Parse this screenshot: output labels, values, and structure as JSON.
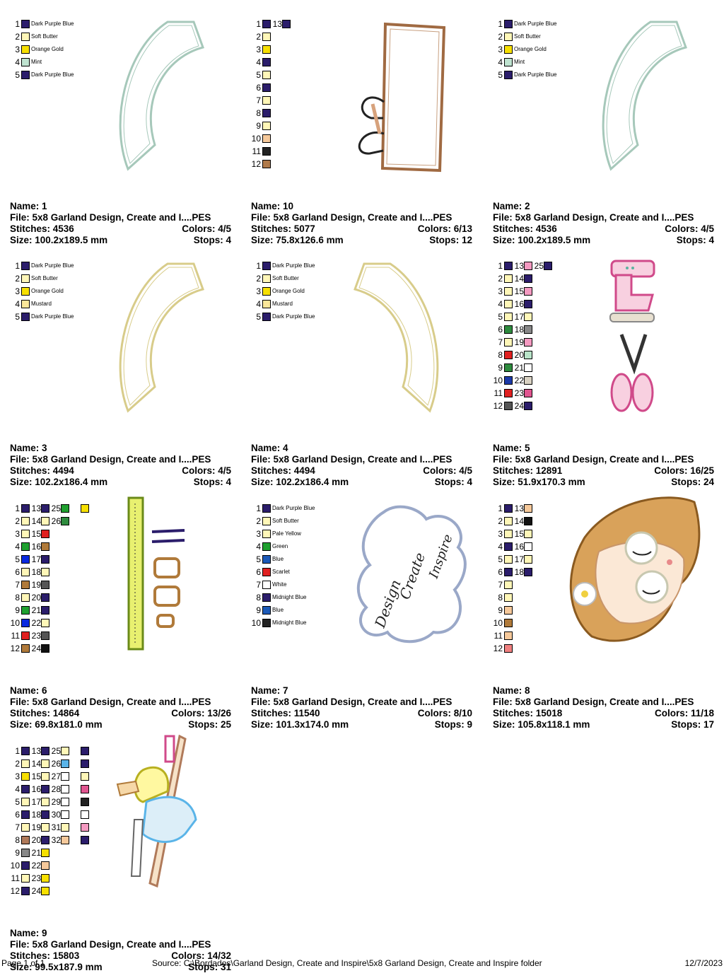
{
  "cards": [
    {
      "name": "Name: 1",
      "file": "File: 5x8 Garland Design, Create and I....PES",
      "stitches": "Stitches: 4536",
      "colors": "Colors: 4/5",
      "size": "Size: 100.2x189.5 mm",
      "stops": "Stops: 4",
      "art": "arc-right",
      "art_fill": "#ffffff",
      "art_stroke": "#a6c8ba",
      "legend": [
        {
          "n": "1",
          "c": "#2b1d6b",
          "name": "Dark Purple Blue"
        },
        {
          "n": "2",
          "c": "#fff7b8",
          "name": "Soft Butter"
        },
        {
          "n": "3",
          "c": "#f7e000",
          "name": "Orange Gold"
        },
        {
          "n": "4",
          "c": "#bfe3d0",
          "name": "Mint"
        },
        {
          "n": "5",
          "c": "#2b1d6b",
          "name": "Dark Purple Blue"
        }
      ]
    },
    {
      "name": "Name: 10",
      "file": "File: 5x8 Garland Design, Create and I....PES",
      "stitches": "Stitches: 5077",
      "colors": "Colors: 6/13",
      "size": "Size: 75.8x126.6 mm",
      "stops": "Stops: 12",
      "art": "ruler-bag",
      "columns": [
        [
          {
            "n": "1",
            "c": "#2b1d6b"
          },
          {
            "n": "2",
            "c": "#fff7b8"
          },
          {
            "n": "3",
            "c": "#f7e000"
          },
          {
            "n": "4",
            "c": "#2b1d6b"
          },
          {
            "n": "5",
            "c": "#fff7b8"
          },
          {
            "n": "6",
            "c": "#2b1d6b"
          },
          {
            "n": "7",
            "c": "#fff7b8"
          },
          {
            "n": "8",
            "c": "#2b1d6b"
          },
          {
            "n": "9",
            "c": "#fff7b8"
          },
          {
            "n": "10",
            "c": "#f6c99b"
          },
          {
            "n": "11",
            "c": "#222222"
          },
          {
            "n": "12",
            "c": "#b07a4a"
          }
        ],
        [
          {
            "n": "13",
            "c": "#2b1d6b"
          }
        ]
      ]
    },
    {
      "name": "Name: 2",
      "file": "File: 5x8 Garland Design, Create and I....PES",
      "stitches": "Stitches: 4536",
      "colors": "Colors: 4/5",
      "size": "Size: 100.2x189.5 mm",
      "stops": "Stops: 4",
      "art": "arc-right",
      "art_fill": "#ffffff",
      "art_stroke": "#a6c8ba",
      "legend": [
        {
          "n": "1",
          "c": "#2b1d6b",
          "name": "Dark Purple Blue"
        },
        {
          "n": "2",
          "c": "#fff7b8",
          "name": "Soft Butter"
        },
        {
          "n": "3",
          "c": "#f7e000",
          "name": "Orange Gold"
        },
        {
          "n": "4",
          "c": "#bfe3d0",
          "name": "Mint"
        },
        {
          "n": "5",
          "c": "#2b1d6b",
          "name": "Dark Purple Blue"
        }
      ]
    },
    {
      "name": "Name: 3",
      "file": "File: 5x8 Garland Design, Create and I....PES",
      "stitches": "Stitches: 4494",
      "colors": "Colors: 4/5",
      "size": "Size: 102.2x186.4 mm",
      "stops": "Stops: 4",
      "art": "arc-right",
      "art_fill": "#ffffff",
      "art_stroke": "#d8cc8a",
      "legend": [
        {
          "n": "1",
          "c": "#2b1d6b",
          "name": "Dark Purple Blue"
        },
        {
          "n": "2",
          "c": "#fff7b8",
          "name": "Soft Butter"
        },
        {
          "n": "3",
          "c": "#f7e000",
          "name": "Orange Gold"
        },
        {
          "n": "4",
          "c": "#fbe79a",
          "name": "Mustard"
        },
        {
          "n": "5",
          "c": "#2b1d6b",
          "name": "Dark Purple Blue"
        }
      ]
    },
    {
      "name": "Name: 4",
      "file": "File: 5x8 Garland Design, Create and I....PES",
      "stitches": "Stitches: 4494",
      "colors": "Colors: 4/5",
      "size": "Size: 102.2x186.4 mm",
      "stops": "Stops: 4",
      "art": "arc-left",
      "art_fill": "#ffffff",
      "art_stroke": "#d8cc8a",
      "legend": [
        {
          "n": "1",
          "c": "#2b1d6b",
          "name": "Dark Purple Blue"
        },
        {
          "n": "2",
          "c": "#fff7b8",
          "name": "Soft Butter"
        },
        {
          "n": "3",
          "c": "#f7e000",
          "name": "Orange Gold"
        },
        {
          "n": "4",
          "c": "#fbe79a",
          "name": "Mustard"
        },
        {
          "n": "5",
          "c": "#2b1d6b",
          "name": "Dark Purple Blue"
        }
      ]
    },
    {
      "name": "Name: 5",
      "file": "File: 5x8 Garland Design, Create and I....PES",
      "stitches": "Stitches: 12891",
      "colors": "Colors: 16/25",
      "size": "Size: 51.9x170.3 mm",
      "stops": "Stops: 24",
      "art": "machine-scissors",
      "columns": [
        [
          {
            "n": "1",
            "c": "#2b1d6b"
          },
          {
            "n": "2",
            "c": "#fff7b8"
          },
          {
            "n": "3",
            "c": "#fff7b8"
          },
          {
            "n": "4",
            "c": "#fff7b8"
          },
          {
            "n": "5",
            "c": "#fff7b8"
          },
          {
            "n": "6",
            "c": "#2e8b3e"
          },
          {
            "n": "7",
            "c": "#fff7b8"
          },
          {
            "n": "8",
            "c": "#e02020"
          },
          {
            "n": "9",
            "c": "#2e8b3e"
          },
          {
            "n": "10",
            "c": "#1c3aa8"
          },
          {
            "n": "11",
            "c": "#e02020"
          },
          {
            "n": "12",
            "c": "#555555"
          }
        ],
        [
          {
            "n": "13",
            "c": "#f49ac1"
          },
          {
            "n": "14",
            "c": "#2b1d6b"
          },
          {
            "n": "15",
            "c": "#f49ac1"
          },
          {
            "n": "16",
            "c": "#2b1d6b"
          },
          {
            "n": "17",
            "c": "#fff7b8"
          },
          {
            "n": "18",
            "c": "#888888"
          },
          {
            "n": "19",
            "c": "#f49ac1"
          },
          {
            "n": "20",
            "c": "#b8e3c8"
          },
          {
            "n": "21",
            "c": "#ffffff"
          },
          {
            "n": "22",
            "c": "#d9d2c3"
          },
          {
            "n": "23",
            "c": "#e05590"
          },
          {
            "n": "24",
            "c": "#2b1d6b"
          }
        ],
        [
          {
            "n": "25",
            "c": "#2b1d6b"
          }
        ]
      ]
    },
    {
      "name": "Name: 6",
      "file": "File: 5x8 Garland Design, Create and I....PES",
      "stitches": "Stitches: 14864",
      "colors": "Colors: 13/26",
      "size": "Size: 69.8x181.0 mm",
      "stops": "Stops: 25",
      "art": "ruler-bobbins",
      "columns": [
        [
          {
            "n": "1",
            "c": "#2b1d6b"
          },
          {
            "n": "2",
            "c": "#fff7b8"
          },
          {
            "n": "3",
            "c": "#fff7b8"
          },
          {
            "n": "4",
            "c": "#1fa02f"
          },
          {
            "n": "5",
            "c": "#0a2ae0"
          },
          {
            "n": "6",
            "c": "#fff7b8"
          },
          {
            "n": "7",
            "c": "#b07a3a"
          },
          {
            "n": "8",
            "c": "#fff7b8"
          },
          {
            "n": "9",
            "c": "#1fa02f"
          },
          {
            "n": "10",
            "c": "#0a2ae0"
          },
          {
            "n": "11",
            "c": "#e02020"
          },
          {
            "n": "12",
            "c": "#b07a3a"
          }
        ],
        [
          {
            "n": "13",
            "c": "#2b1d6b"
          },
          {
            "n": "14",
            "c": "#fff7b8"
          },
          {
            "n": "15",
            "c": "#e02020"
          },
          {
            "n": "16",
            "c": "#b07a3a"
          },
          {
            "n": "17",
            "c": "#2b1d6b"
          },
          {
            "n": "18",
            "c": "#fff7b8"
          },
          {
            "n": "19",
            "c": "#555555"
          },
          {
            "n": "20",
            "c": "#2b1d6b"
          },
          {
            "n": "21",
            "c": "#2b1d6b"
          },
          {
            "n": "22",
            "c": "#fff7b8"
          },
          {
            "n": "23",
            "c": "#555555"
          },
          {
            "n": "24",
            "c": "#111111"
          }
        ],
        [
          {
            "n": "25",
            "c": "#1fa02f"
          },
          {
            "n": "26",
            "c": "#2e8b3e"
          }
        ],
        [
          {
            "n": "",
            "c": "#f7e000"
          }
        ]
      ]
    },
    {
      "name": "Name: 7",
      "file": "File: 5x8 Garland Design, Create and I....PES",
      "stitches": "Stitches: 11540",
      "colors": "Colors: 8/10",
      "size": "Size: 101.3x174.0 mm",
      "stops": "Stops: 9",
      "art": "cloud-text",
      "cloud_text": [
        "Design",
        "Create",
        "Inspire"
      ],
      "legend": [
        {
          "n": "1",
          "c": "#2b1d6b",
          "name": "Dark Purple Blue"
        },
        {
          "n": "2",
          "c": "#fff7b8",
          "name": "Soft Butter"
        },
        {
          "n": "3",
          "c": "#fff7b8",
          "name": "Pale Yellow"
        },
        {
          "n": "4",
          "c": "#1fa02f",
          "name": "Green"
        },
        {
          "n": "5",
          "c": "#1c5ab8",
          "name": "Blue"
        },
        {
          "n": "6",
          "c": "#e02020",
          "name": "Scarlet"
        },
        {
          "n": "7",
          "c": "#ffffff",
          "name": "White"
        },
        {
          "n": "8",
          "c": "#2b1d6b",
          "name": "Midnight Blue"
        },
        {
          "n": "9",
          "c": "#1c5ab8",
          "name": "Blue"
        },
        {
          "n": "10",
          "c": "#222222",
          "name": "Midnight Blue"
        }
      ]
    },
    {
      "name": "Name: 8",
      "file": "File: 5x8 Garland Design, Create and I....PES",
      "stitches": "Stitches: 15018",
      "colors": "Colors: 11/18",
      "size": "Size: 105.8x118.1 mm",
      "stops": "Stops: 17",
      "art": "girl-face",
      "columns": [
        [
          {
            "n": "1",
            "c": "#2b1d6b"
          },
          {
            "n": "2",
            "c": "#fff7b8"
          },
          {
            "n": "3",
            "c": "#fff7b8"
          },
          {
            "n": "4",
            "c": "#2b1d6b"
          },
          {
            "n": "5",
            "c": "#fff7b8"
          },
          {
            "n": "6",
            "c": "#2b1d6b"
          },
          {
            "n": "7",
            "c": "#fff7b8"
          },
          {
            "n": "8",
            "c": "#fff7b8"
          },
          {
            "n": "9",
            "c": "#f6c99b"
          },
          {
            "n": "10",
            "c": "#b07a3a"
          },
          {
            "n": "11",
            "c": "#f6c99b"
          },
          {
            "n": "12",
            "c": "#f08080"
          }
        ],
        [
          {
            "n": "13",
            "c": "#f6c99b"
          },
          {
            "n": "14",
            "c": "#111111"
          },
          {
            "n": "15",
            "c": "#fff7b8"
          },
          {
            "n": "16",
            "c": "#ffffff"
          },
          {
            "n": "17",
            "c": "#fff7b8"
          },
          {
            "n": "18",
            "c": "#2b1d6b"
          }
        ]
      ]
    },
    {
      "name": "Name: 9",
      "file": "File: 5x8 Garland Design, Create and I....PES",
      "stitches": "Stitches: 15803",
      "colors": "Colors: 14/32",
      "size": "Size: 99.5x187.9 mm",
      "stops": "Stops: 31",
      "art": "iron-ruler",
      "columns": [
        [
          {
            "n": "1",
            "c": "#2b1d6b"
          },
          {
            "n": "2",
            "c": "#fff7b8"
          },
          {
            "n": "3",
            "c": "#f7e000"
          },
          {
            "n": "4",
            "c": "#2b1d6b"
          },
          {
            "n": "5",
            "c": "#fff7b8"
          },
          {
            "n": "6",
            "c": "#2b1d6b"
          },
          {
            "n": "7",
            "c": "#fff7b8"
          },
          {
            "n": "8",
            "c": "#b07a5a"
          },
          {
            "n": "9",
            "c": "#888888"
          },
          {
            "n": "10",
            "c": "#2b1d6b"
          },
          {
            "n": "11",
            "c": "#fff7b8"
          },
          {
            "n": "12",
            "c": "#2b1d6b"
          }
        ],
        [
          {
            "n": "13",
            "c": "#2b1d6b"
          },
          {
            "n": "14",
            "c": "#fff7b8"
          },
          {
            "n": "15",
            "c": "#fff7b8"
          },
          {
            "n": "16",
            "c": "#2b1d6b"
          },
          {
            "n": "17",
            "c": "#fff7b8"
          },
          {
            "n": "18",
            "c": "#2b1d6b"
          },
          {
            "n": "19",
            "c": "#fff7b8"
          },
          {
            "n": "20",
            "c": "#2b1d6b"
          },
          {
            "n": "21",
            "c": "#f7e000"
          },
          {
            "n": "22",
            "c": "#f6c99b"
          },
          {
            "n": "23",
            "c": "#f7e000"
          },
          {
            "n": "24",
            "c": "#f7e000"
          }
        ],
        [
          {
            "n": "25",
            "c": "#fff7b8"
          },
          {
            "n": "26",
            "c": "#5ab4e8"
          },
          {
            "n": "27",
            "c": "#ffffff"
          },
          {
            "n": "28",
            "c": "#ffffff"
          },
          {
            "n": "29",
            "c": "#ffffff"
          },
          {
            "n": "30",
            "c": "#ffffff"
          },
          {
            "n": "31",
            "c": "#fff7b8"
          },
          {
            "n": "32",
            "c": "#f6c99b"
          }
        ],
        [
          {
            "n": "",
            "c": "#2b1d6b"
          },
          {
            "n": "",
            "c": "#2b1d6b"
          },
          {
            "n": "",
            "c": "#fff7b8"
          },
          {
            "n": "",
            "c": "#e05590"
          },
          {
            "n": "",
            "c": "#222222"
          },
          {
            "n": "",
            "c": "#ffffff"
          },
          {
            "n": "",
            "c": "#f49ac1"
          },
          {
            "n": "",
            "c": "#2b1d6b"
          }
        ]
      ]
    }
  ],
  "footer": {
    "page": "Page 1 of 1",
    "source": "Source: C:\\Bordados\\Garland Design, Create and Inspire\\5x8 Garland Design, Create and Inspire folder",
    "date": "12/7/2023"
  }
}
